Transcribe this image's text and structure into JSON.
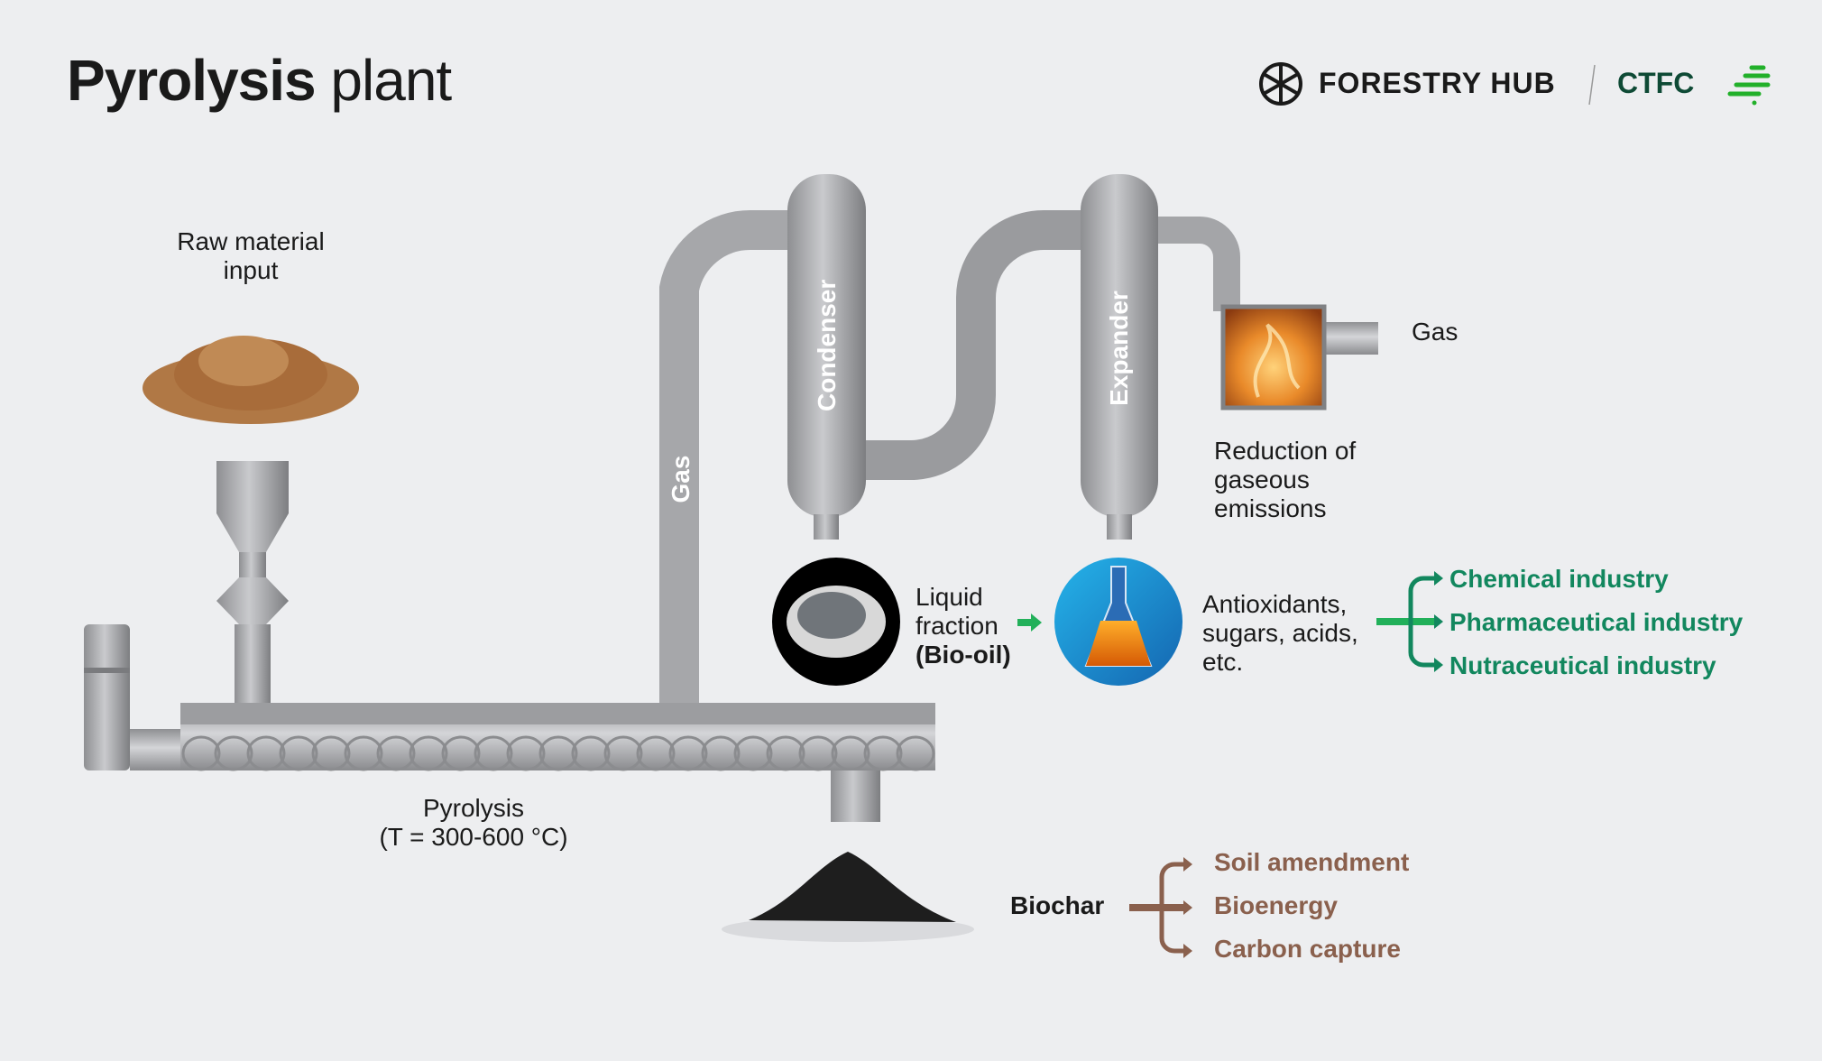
{
  "header": {
    "title_bold": "Pyrolysis",
    "title_light": "plant",
    "logo_forestry": "FORESTRY HUB",
    "logo_ctfc": "CTFC"
  },
  "labels": {
    "raw_input": "Raw material input",
    "gas_pipe": "Gas",
    "condenser": "Condenser",
    "expander": "Expander",
    "gas_out": "Gas",
    "reduction": "Reduction of gaseous emissions",
    "liquid": "Liquid fraction",
    "bio_oil": "(Bio-oil)",
    "antioxidants": "Antioxidants, sugars, acids, etc.",
    "pyrolysis": "Pyrolysis",
    "pyrolysis_temp": "(T = 300-600 °C)",
    "biochar": "Biochar"
  },
  "industries": [
    "Chemical industry",
    "Pharmaceutical industry",
    "Nutraceutical industry"
  ],
  "biochar_uses": [
    "Soil amendment",
    "Bioenergy",
    "Carbon capture"
  ],
  "colors": {
    "green": "#12875e",
    "green_light": "#22b05a",
    "brown": "#8a604d",
    "background": "#edeef0"
  }
}
